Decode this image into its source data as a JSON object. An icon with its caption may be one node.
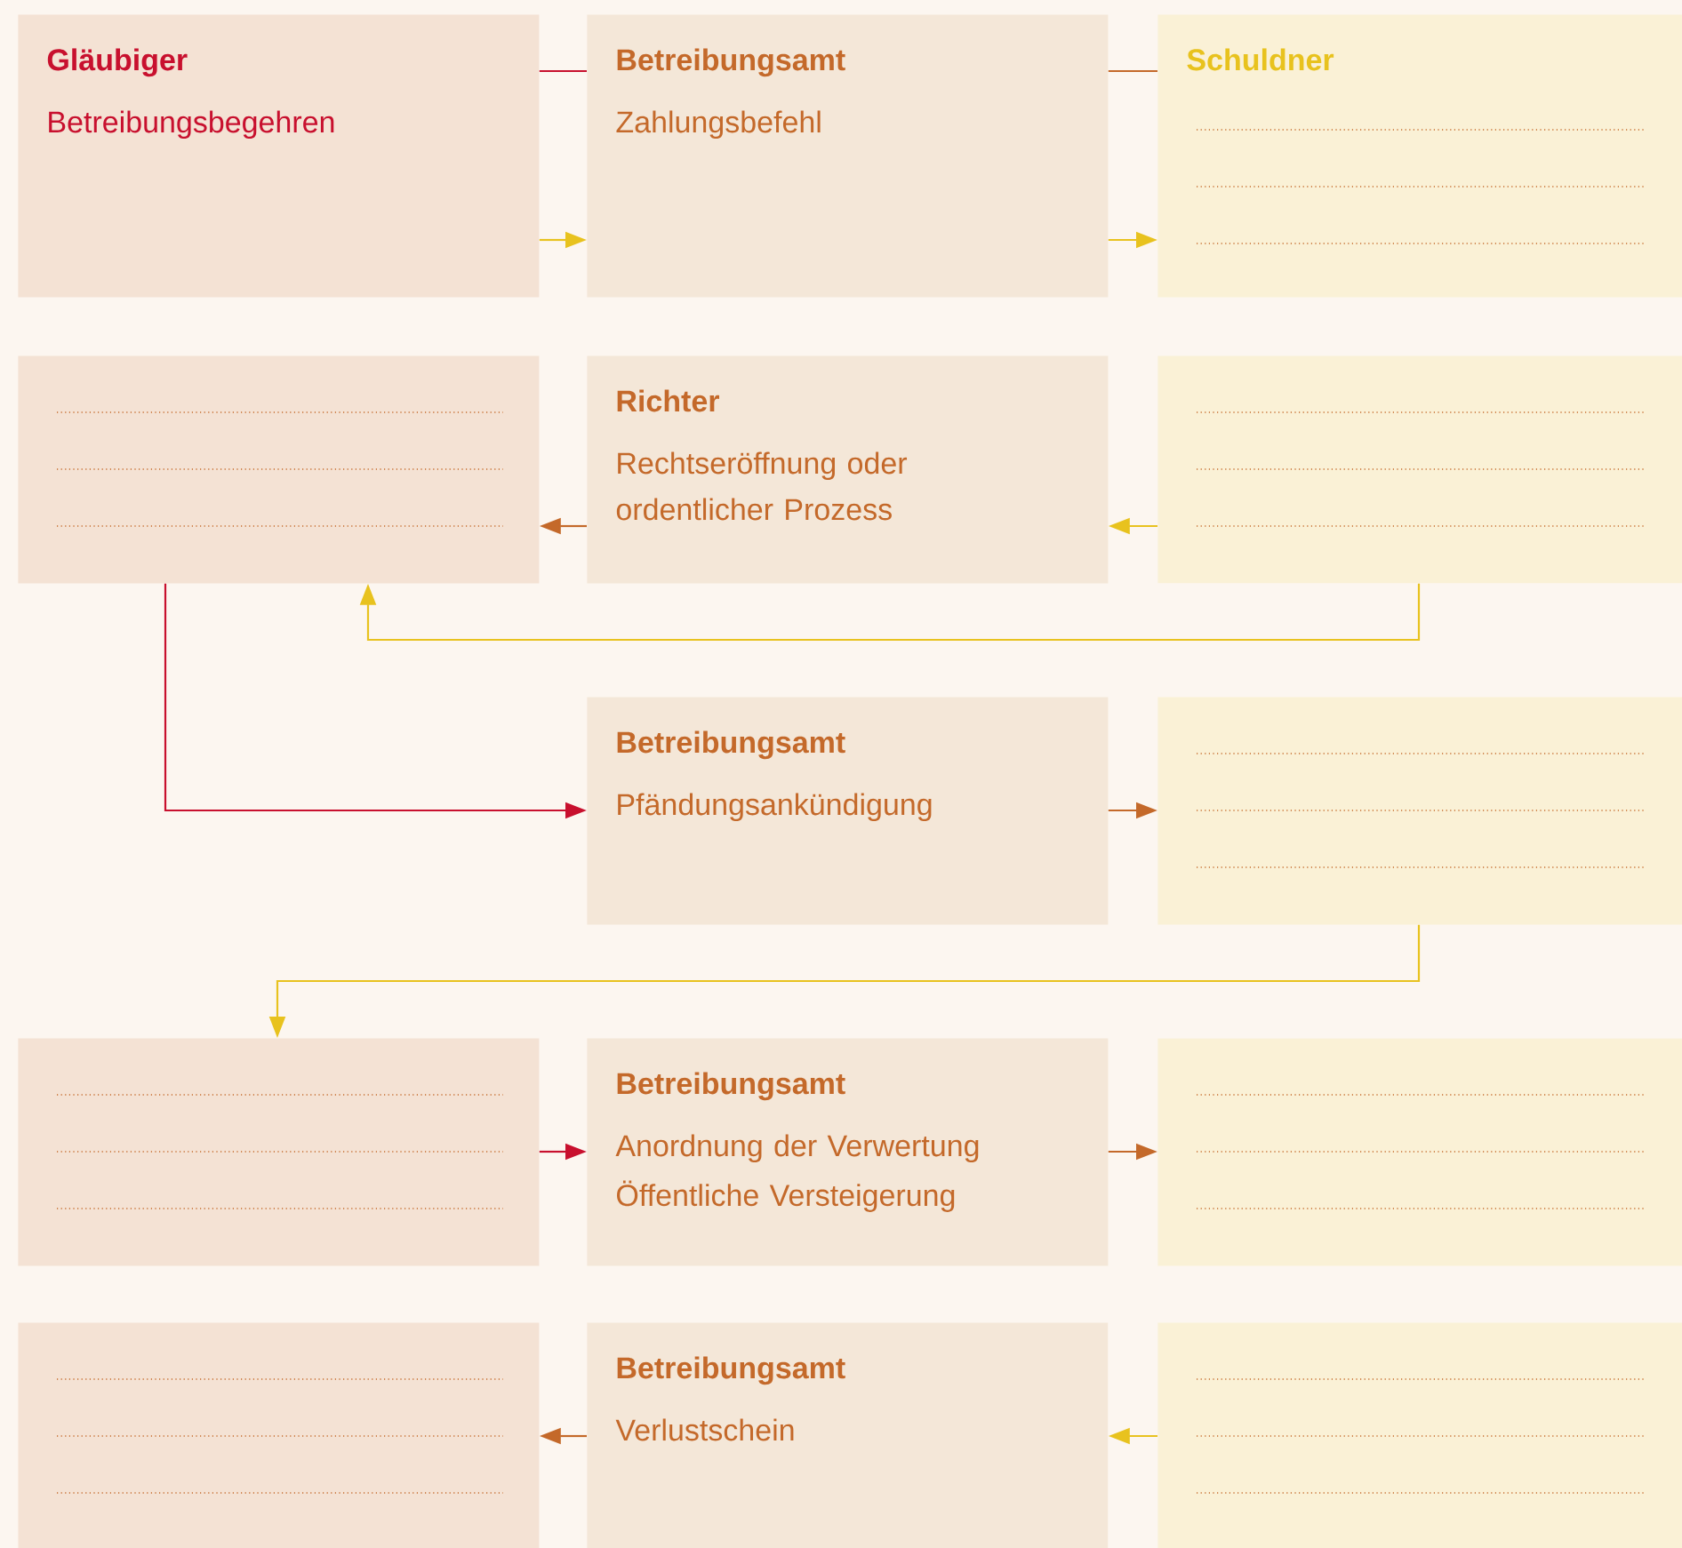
{
  "diagram": {
    "nodes": [
      {
        "text": [
          "Gläubiger",
          "Betreibungsbegehren"
        ]
      },
      {
        "text": [
          "Betreibungsamt",
          "Zahlungsbefehl"
        ]
      },
      {
        "text": [
          "Schuldner"
        ]
      },
      {
        "text": [],
        "shape": "box"
      },
      {
        "text": [
          "Richter",
          "Rechtseröffnung oder ordentlicher Prozess"
        ]
      },
      {
        "text": [],
        "shape": "box"
      },
      {
        "text": [
          "Betreibungsamt",
          "Pfändungsankündigung"
        ]
      },
      {
        "text": [],
        "shape": "box"
      },
      {
        "text": [],
        "shape": "box"
      },
      {
        "text": [
          "Betreibungsamt",
          "Anordnung der Verwertung",
          "Öffentliche Versteigerung"
        ]
      },
      {
        "text": [],
        "shape": "box"
      },
      {
        "text": [],
        "shape": "box"
      },
      {
        "text": [
          "Betreibungsamt",
          "Verlustschein"
        ]
      },
      {
        "text": [],
        "shape": "box"
      }
    ],
    "edges": [
      {
        "from": 0,
        "to": 1,
        "arrow": "none",
        "color": "#c8102e"
      },
      {
        "from": 0,
        "to": 1,
        "arrow": "to"
      },
      {
        "from": 1,
        "to": 2,
        "arrow": "none",
        "color": "#c4692a"
      },
      {
        "from": 1,
        "to": 2,
        "arrow": "to"
      },
      {
        "from": 4,
        "to": 3,
        "arrow": "to",
        "color": "#c4692a"
      },
      {
        "from": 5,
        "to": 4,
        "arrow": "to"
      },
      {
        "from": 5,
        "to": 3,
        "arrow": "to"
      },
      {
        "from": 3,
        "to": 6,
        "arrow": "to",
        "color": "#c8102e"
      },
      {
        "from": 6,
        "to": 7,
        "arrow": "to",
        "color": "#c4692a"
      },
      {
        "from": 7,
        "to": 8,
        "arrow": "to"
      },
      {
        "from": 8,
        "to": 9,
        "arrow": "to",
        "color": "#c8102e"
      },
      {
        "from": 9,
        "to": 10,
        "arrow": "to",
        "color": "#c4692a"
      },
      {
        "from": 12,
        "to": 11,
        "arrow": "to",
        "color": "#c4692a"
      },
      {
        "from": 13,
        "to": 12,
        "arrow": "to"
      }
    ]
  }
}
